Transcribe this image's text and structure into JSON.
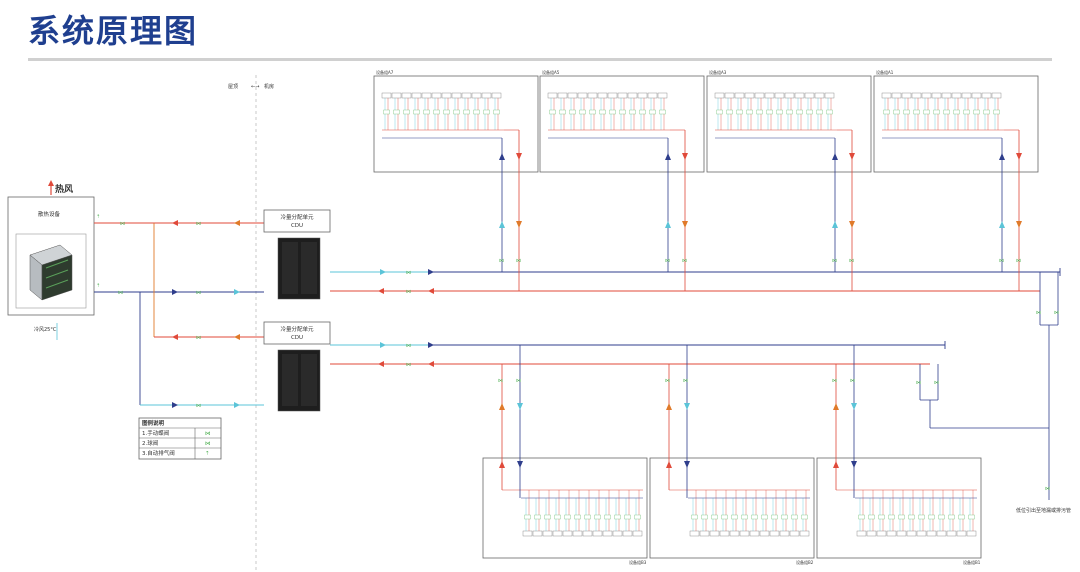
{
  "title": "系统原理图",
  "colors": {
    "title": "#1f3f8f",
    "supply": "#5bc4d8",
    "return": "#e04a3a",
    "dark": "#2f3e8c",
    "orange": "#e07a2a",
    "valve": "#4caf50"
  },
  "zones": {
    "roof": "屋顶",
    "machine_room": "机房",
    "arrow": "←→"
  },
  "hot_air": "热风",
  "cooling_equipment": {
    "label": "散热设备"
  },
  "cold_air": "冷风25°C",
  "cdu_units": [
    {
      "label": "冷量分配单元",
      "sub": "CDU"
    },
    {
      "label": "冷量分配单元",
      "sub": "CDU"
    }
  ],
  "cabinets_top": [
    "设备组A7",
    "设备组A5",
    "设备组A3",
    "设备组A1"
  ],
  "cabinets_bottom": [
    "设备组B3",
    "设备组B2",
    "设备组B1"
  ],
  "drain_label": "低位引出至地漏或排污管",
  "legend": {
    "title": "图例说明",
    "items": [
      {
        "name": "1.手动蝶阀",
        "symbol": "⋈"
      },
      {
        "name": "2.球阀",
        "symbol": "⋈"
      },
      {
        "name": "3.自动排气阀",
        "symbol": "⇡"
      }
    ]
  }
}
